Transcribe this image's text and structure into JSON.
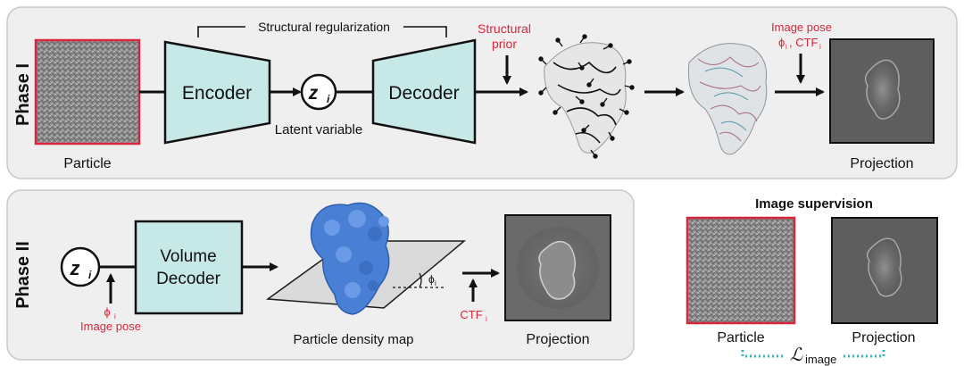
{
  "phase1": {
    "label": "Phase I",
    "particle_caption": "Particle",
    "encoder": "Encoder",
    "latent_symbol": "z",
    "latent_sub": "i",
    "latent_caption": "Latent variable",
    "decoder": "Decoder",
    "reg_label": "Structural regularization",
    "prior_line1": "Structural",
    "prior_line2": "prior",
    "pose_line1": "Image pose",
    "pose_line2": "ϕ",
    "pose_line2_sub": "i",
    "pose_line2_rest": ", CTF",
    "pose_line2_sub2": "i",
    "projection_caption": "Projection"
  },
  "phase2": {
    "label": "Phase II",
    "latent_symbol": "z",
    "latent_sub": "i",
    "decoder_line1": "Volume",
    "decoder_line2": "Decoder",
    "phi": "ϕ",
    "phi_sub": "i",
    "pose_caption": "Image pose",
    "map_caption": "Particle density map",
    "angle_label": "ϕ",
    "angle_sub": "i",
    "ctf": "CTF",
    "ctf_sub": "i",
    "projection_caption": "Projection"
  },
  "supervision": {
    "title": "Image supervision",
    "particle_caption": "Particle",
    "projection_caption": "Projection",
    "loss_symbol": "ℒ",
    "loss_sub": "image"
  },
  "colors": {
    "accent_red": "#d7263d",
    "module_fill": "#c6e8e6",
    "panel_fill": "#efefef",
    "loss_dots": "#33b5c0",
    "density_blue": "#4a7fd6"
  }
}
